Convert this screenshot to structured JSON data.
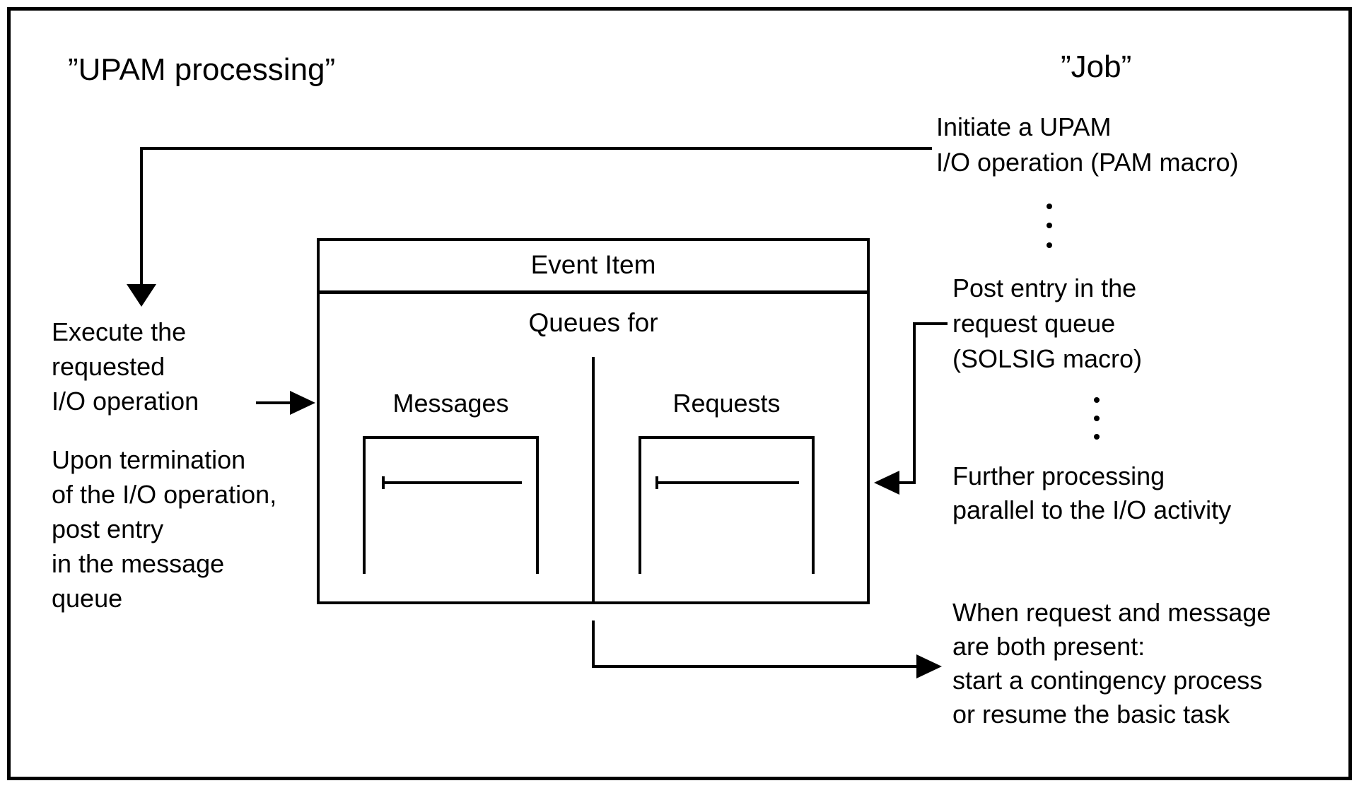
{
  "titles": {
    "left": "”UPAM processing”",
    "right": "”Job”"
  },
  "event_box": {
    "header": "Event Item",
    "subheader": "Queues for",
    "messages_label": "Messages",
    "requests_label": "Requests"
  },
  "upam_column": {
    "execute_note": "Execute the\nrequested\nI/O operation",
    "termination_note": "Upon termination\nof the I/O operation,\npost entry\nin the message\nqueue"
  },
  "job_column": {
    "initiate_note": "Initiate a UPAM\nI/O operation (PAM macro)",
    "post_entry_note": "Post entry in the\nrequest queue\n(SOLSIG macro)",
    "further_note": "Further processing\nparallel to the I/O activity",
    "when_note": "When request and message\nare both present:\nstart a contingency process\nor resume the basic task"
  },
  "colors": {
    "ink": "#000000",
    "paper": "#ffffff"
  }
}
